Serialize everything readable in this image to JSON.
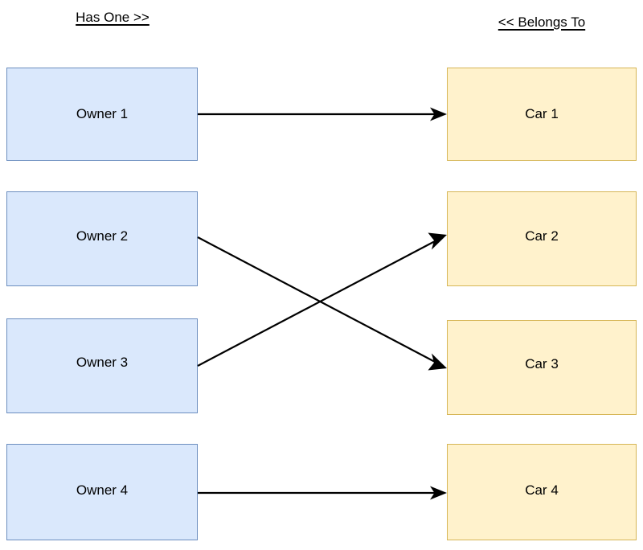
{
  "diagram": {
    "title": "Has One / Belongs To relationship diagram",
    "background": "#ffffff",
    "headers": {
      "left": "Has One >>",
      "right": "<< Belongs To"
    },
    "palette": {
      "owner_fill": "#dae8fc",
      "owner_border": "#6c8ebf",
      "car_fill": "#fff2cc",
      "car_border": "#d6b656",
      "edge_color": "#000000",
      "text_color": "#000000"
    },
    "owners": [
      {
        "id": "owner-1",
        "label": "Owner 1"
      },
      {
        "id": "owner-2",
        "label": "Owner 2"
      },
      {
        "id": "owner-3",
        "label": "Owner 3"
      },
      {
        "id": "owner-4",
        "label": "Owner 4"
      }
    ],
    "cars": [
      {
        "id": "car-1",
        "label": "Car 1"
      },
      {
        "id": "car-2",
        "label": "Car 2"
      },
      {
        "id": "car-3",
        "label": "Car 3"
      },
      {
        "id": "car-4",
        "label": "Car 4"
      }
    ],
    "edges": [
      {
        "id": "edge-owner-1-car-1",
        "from": "Owner 1",
        "to": "Car 1",
        "style": "straight"
      },
      {
        "id": "edge-owner-2-car-3",
        "from": "Owner 2",
        "to": "Car 3",
        "style": "crossing"
      },
      {
        "id": "edge-owner-3-car-2",
        "from": "Owner 3",
        "to": "Car 2",
        "style": "crossing"
      },
      {
        "id": "edge-owner-4-car-4",
        "from": "Owner 4",
        "to": "Car 4",
        "style": "straight"
      }
    ]
  }
}
